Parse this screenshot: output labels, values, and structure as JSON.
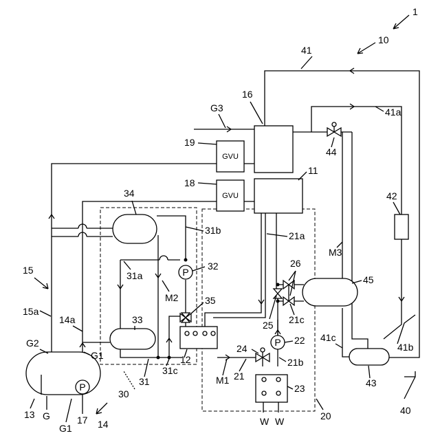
{
  "labels": {
    "system": "1",
    "sub10": "10",
    "n41": "41",
    "n41a": "41a",
    "g3": "G3",
    "n16": "16",
    "n19": "19",
    "n18": "18",
    "n11": "11",
    "n44": "44",
    "n42": "42",
    "n34": "34",
    "n31b": "31b",
    "n21a": "21a",
    "m3": "M3",
    "n32": "32",
    "n31a": "31a",
    "m2": "M2",
    "n35": "35",
    "n15": "15",
    "n15a": "15a",
    "n33": "33",
    "n26": "26",
    "n45": "45",
    "n25": "25",
    "n21c": "21c",
    "n14a": "14a",
    "g2": "G2",
    "g1": "G1",
    "n22": "22",
    "n24": "24",
    "n21b": "21b",
    "n12": "12",
    "m1": "M1",
    "n21": "21",
    "n31c": "31c",
    "n31": "31",
    "n23": "23",
    "n41c": "41c",
    "n41b": "41b",
    "n43": "43",
    "n30": "30",
    "n20": "20",
    "n40": "40",
    "n13": "13",
    "g": "G",
    "g1b": "G1",
    "n17": "17",
    "n14": "14",
    "w1": "W",
    "w2": "W"
  },
  "components": {
    "gvu_top": "GVU",
    "gvu_bottom": "GVU",
    "pump_17": "P",
    "pump_32": "P",
    "pump_22": "P"
  }
}
